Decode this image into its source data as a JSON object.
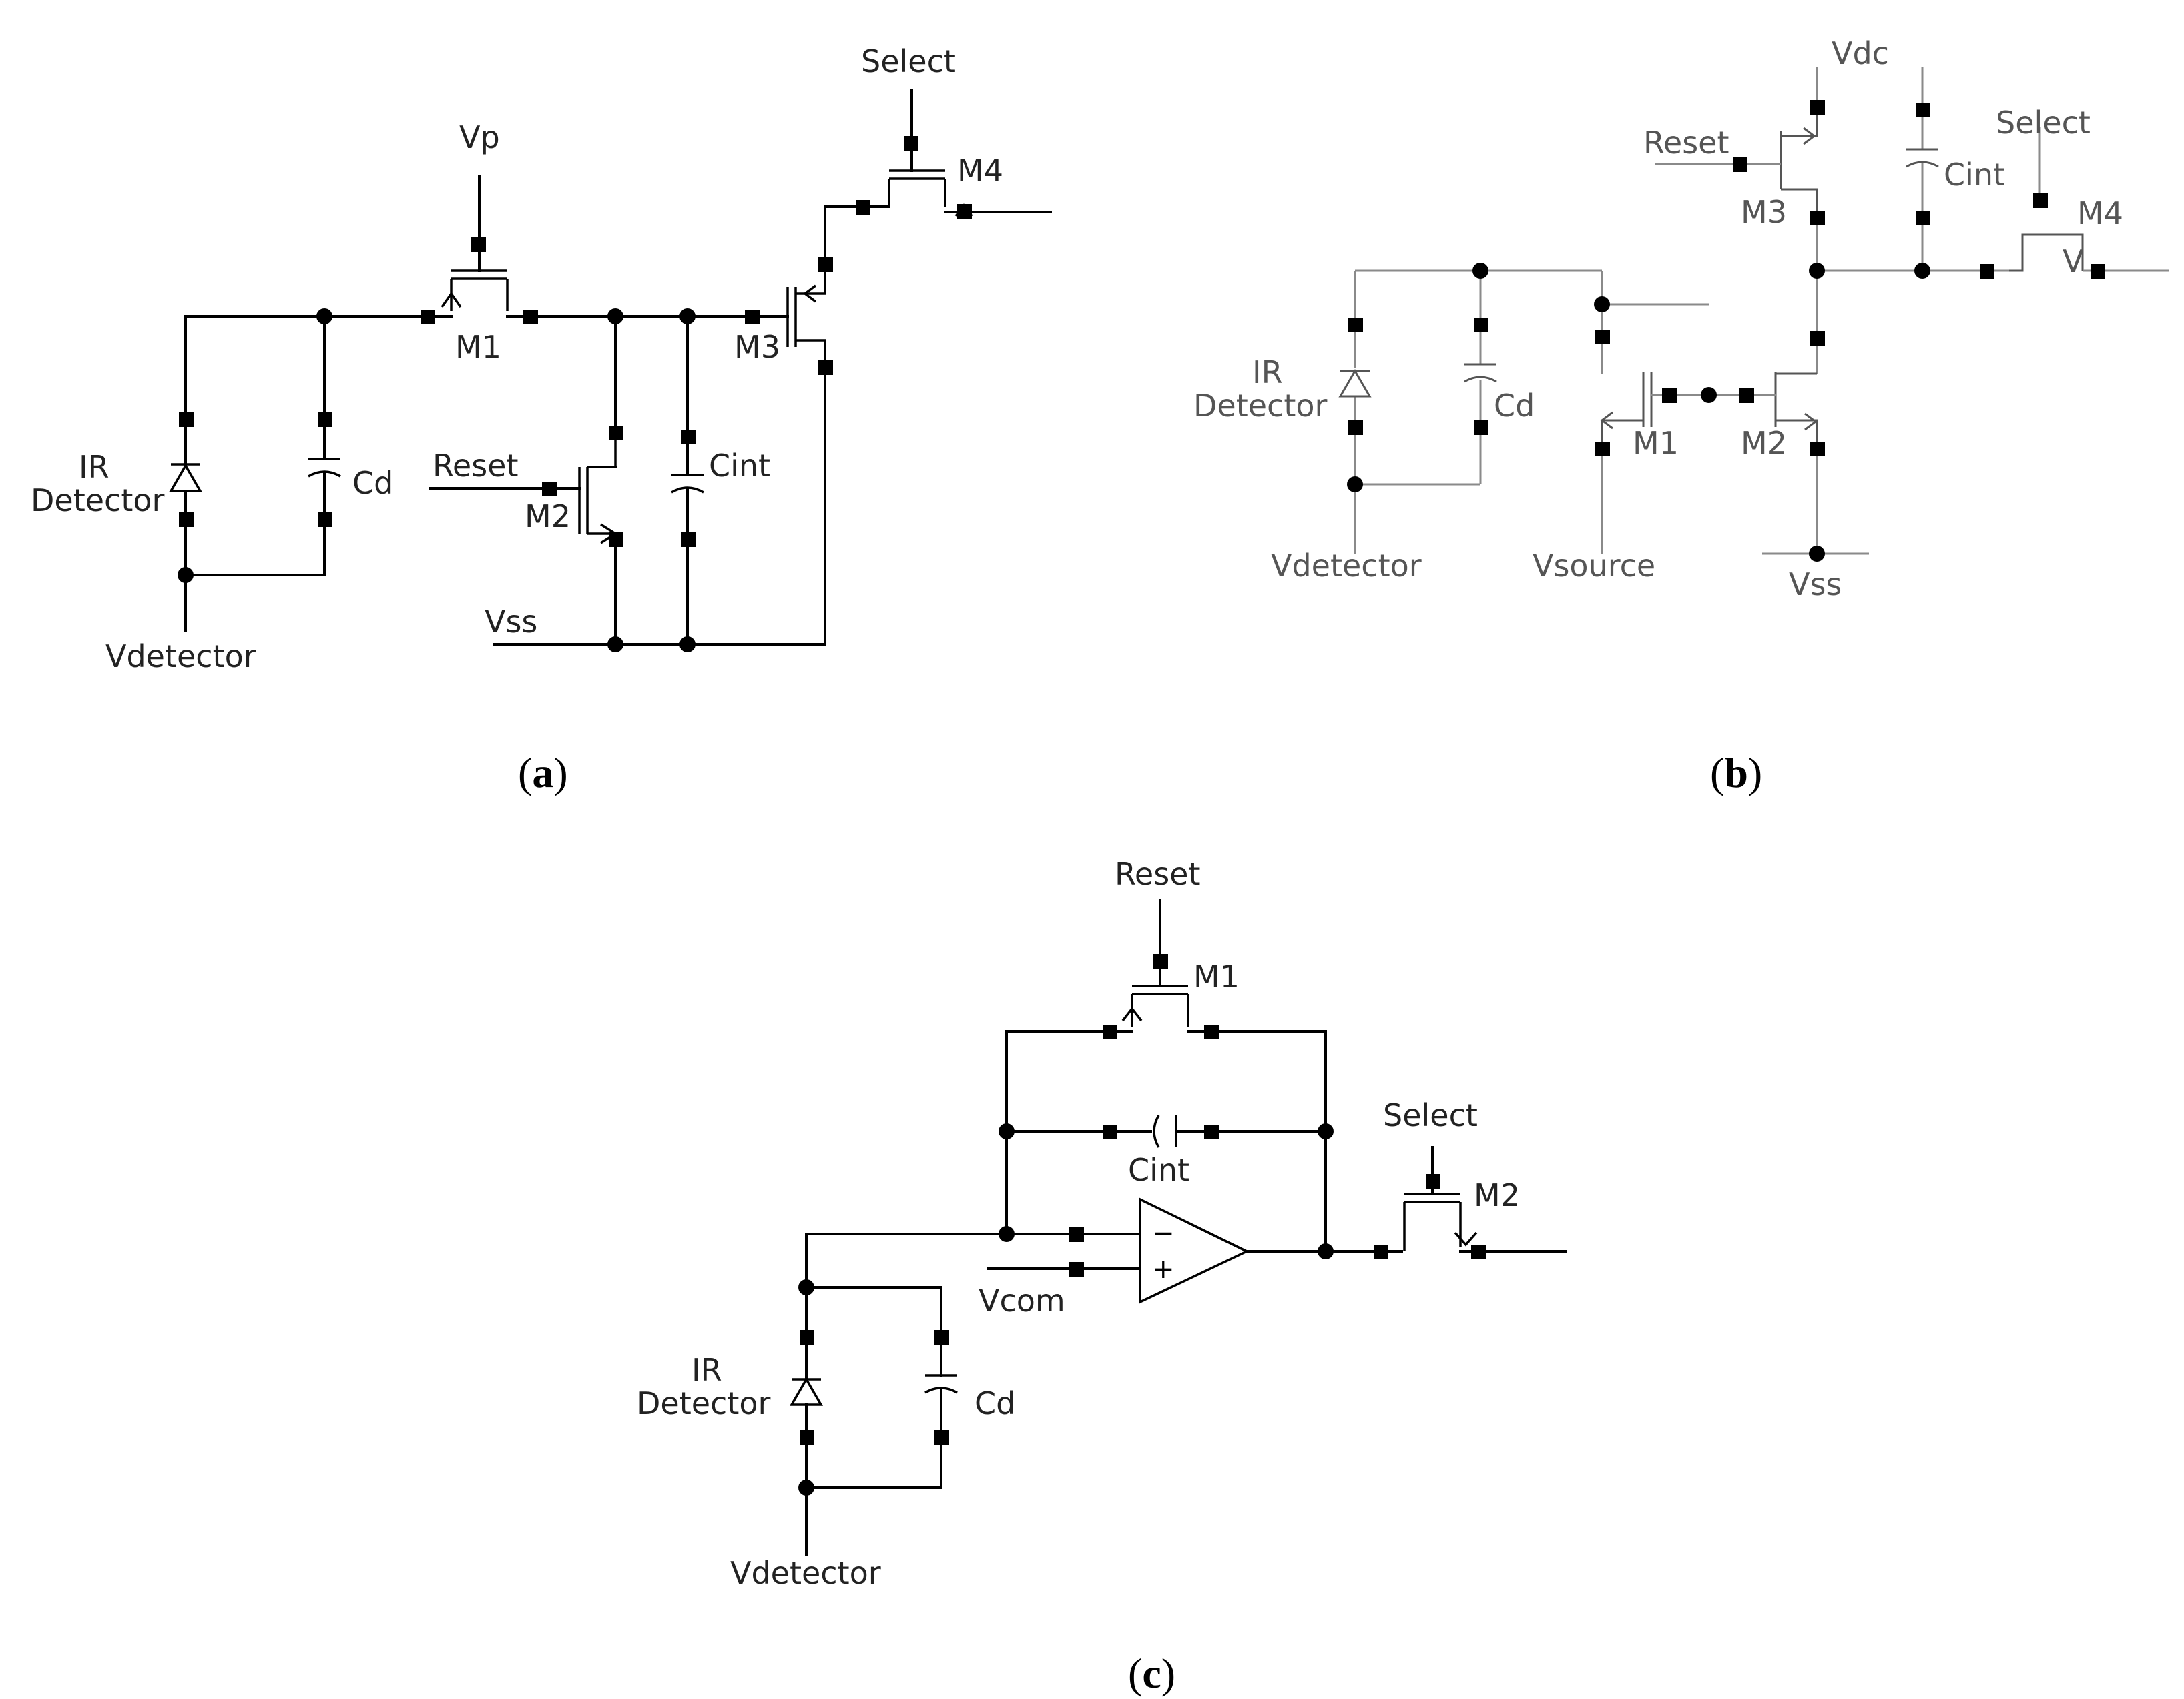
{
  "panel_a": {
    "caption_open": "(",
    "caption_letter": "a",
    "caption_close": ")",
    "labels": {
      "vp": "Vp",
      "select": "Select",
      "m4": "M4",
      "m1": "M1",
      "m3": "M3",
      "m2": "M2",
      "reset": "Reset",
      "cint": "Cint",
      "ir": "IR",
      "detector": "Detector",
      "cd": "Cd",
      "vss": "Vss",
      "vdetector": "Vdetector"
    }
  },
  "panel_b": {
    "caption_open": "(",
    "caption_letter": "b",
    "caption_close": ")",
    "labels": {
      "vdc": "Vdc",
      "reset": "Reset",
      "select": "Select",
      "cint": "Cint",
      "m3": "M3",
      "m4": "M4",
      "v": "V",
      "ir": "IR",
      "detector": "Detector",
      "cd": "Cd",
      "m1": "M1",
      "m2": "M2",
      "vdetector": "Vdetector",
      "vsource": "Vsource",
      "vss": "Vss"
    }
  },
  "panel_c": {
    "caption_open": "(",
    "caption_letter": "c",
    "caption_close": ")",
    "labels": {
      "reset": "Reset",
      "m1": "M1",
      "cint": "Cint",
      "select": "Select",
      "m2": "M2",
      "minus": "−",
      "plus": "+",
      "vcom": "Vcom",
      "ir": "IR",
      "detector": "Detector",
      "cd": "Cd",
      "vdetector": "Vdetector"
    }
  }
}
